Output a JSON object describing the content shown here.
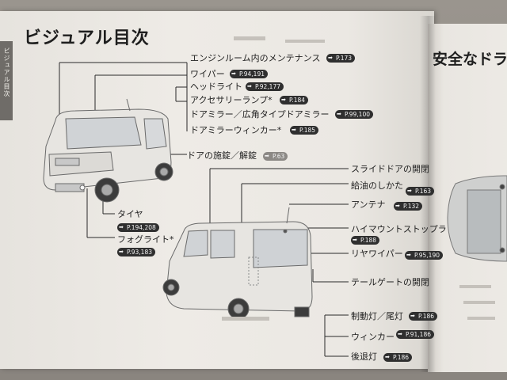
{
  "page": {
    "title": "ビジュアル目次",
    "side_tab": "ビジュアル目次",
    "right_title": "安全なドラ"
  },
  "labels": [
    {
      "name": "engine-room-label",
      "text": "エンジンルーム内のメンテナンス",
      "ref": "P.173"
    },
    {
      "name": "wiper-label",
      "text": "ワイパー",
      "ref": "P.94,191"
    },
    {
      "name": "headlight-label",
      "text": "ヘッドライト",
      "ref": "P.92,177"
    },
    {
      "name": "accessory-lamp-label",
      "text": "アクセサリーランプ*",
      "ref": "P.184"
    },
    {
      "name": "door-mirror-label",
      "text": "ドアミラー／広角タイプドアミラー",
      "ref": "P.99,100"
    },
    {
      "name": "mirror-winker-label",
      "text": "ドアミラーウィンカー*",
      "ref": "P.185"
    },
    {
      "name": "door-lock-label",
      "text": "ドアの施錠／解錠",
      "ref": "P.63"
    },
    {
      "name": "tire-label",
      "text": "タイヤ",
      "ref": "P.194,208"
    },
    {
      "name": "foglight-label",
      "text": "フォグライト*",
      "ref": "P.93,183"
    },
    {
      "name": "slide-door-label",
      "text": "スライドドアの開閉",
      "ref": ""
    },
    {
      "name": "fuel-label",
      "text": "給油のしかた",
      "ref": "P.163"
    },
    {
      "name": "antenna-label",
      "text": "アンテナ",
      "ref": "P.132"
    },
    {
      "name": "high-mount-label",
      "text": "ハイマウントストップラ",
      "ref": "P.188"
    },
    {
      "name": "rear-wiper-label",
      "text": "リヤワイパー",
      "ref": "P.95,190"
    },
    {
      "name": "tailgate-label",
      "text": "テールゲートの開閉",
      "ref": ""
    },
    {
      "name": "brake-light-label",
      "text": "制動灯／尾灯",
      "ref": "P.186"
    },
    {
      "name": "winker-label",
      "text": "ウィンカー",
      "ref": "P.91,186"
    },
    {
      "name": "reverse-light-label",
      "text": "後退灯",
      "ref": "P.186"
    }
  ],
  "colors": {
    "paper": "#ece9e4",
    "ink": "#1f1f1f",
    "badge": "#2f2f2f",
    "car_body": "#e4e2dd"
  }
}
